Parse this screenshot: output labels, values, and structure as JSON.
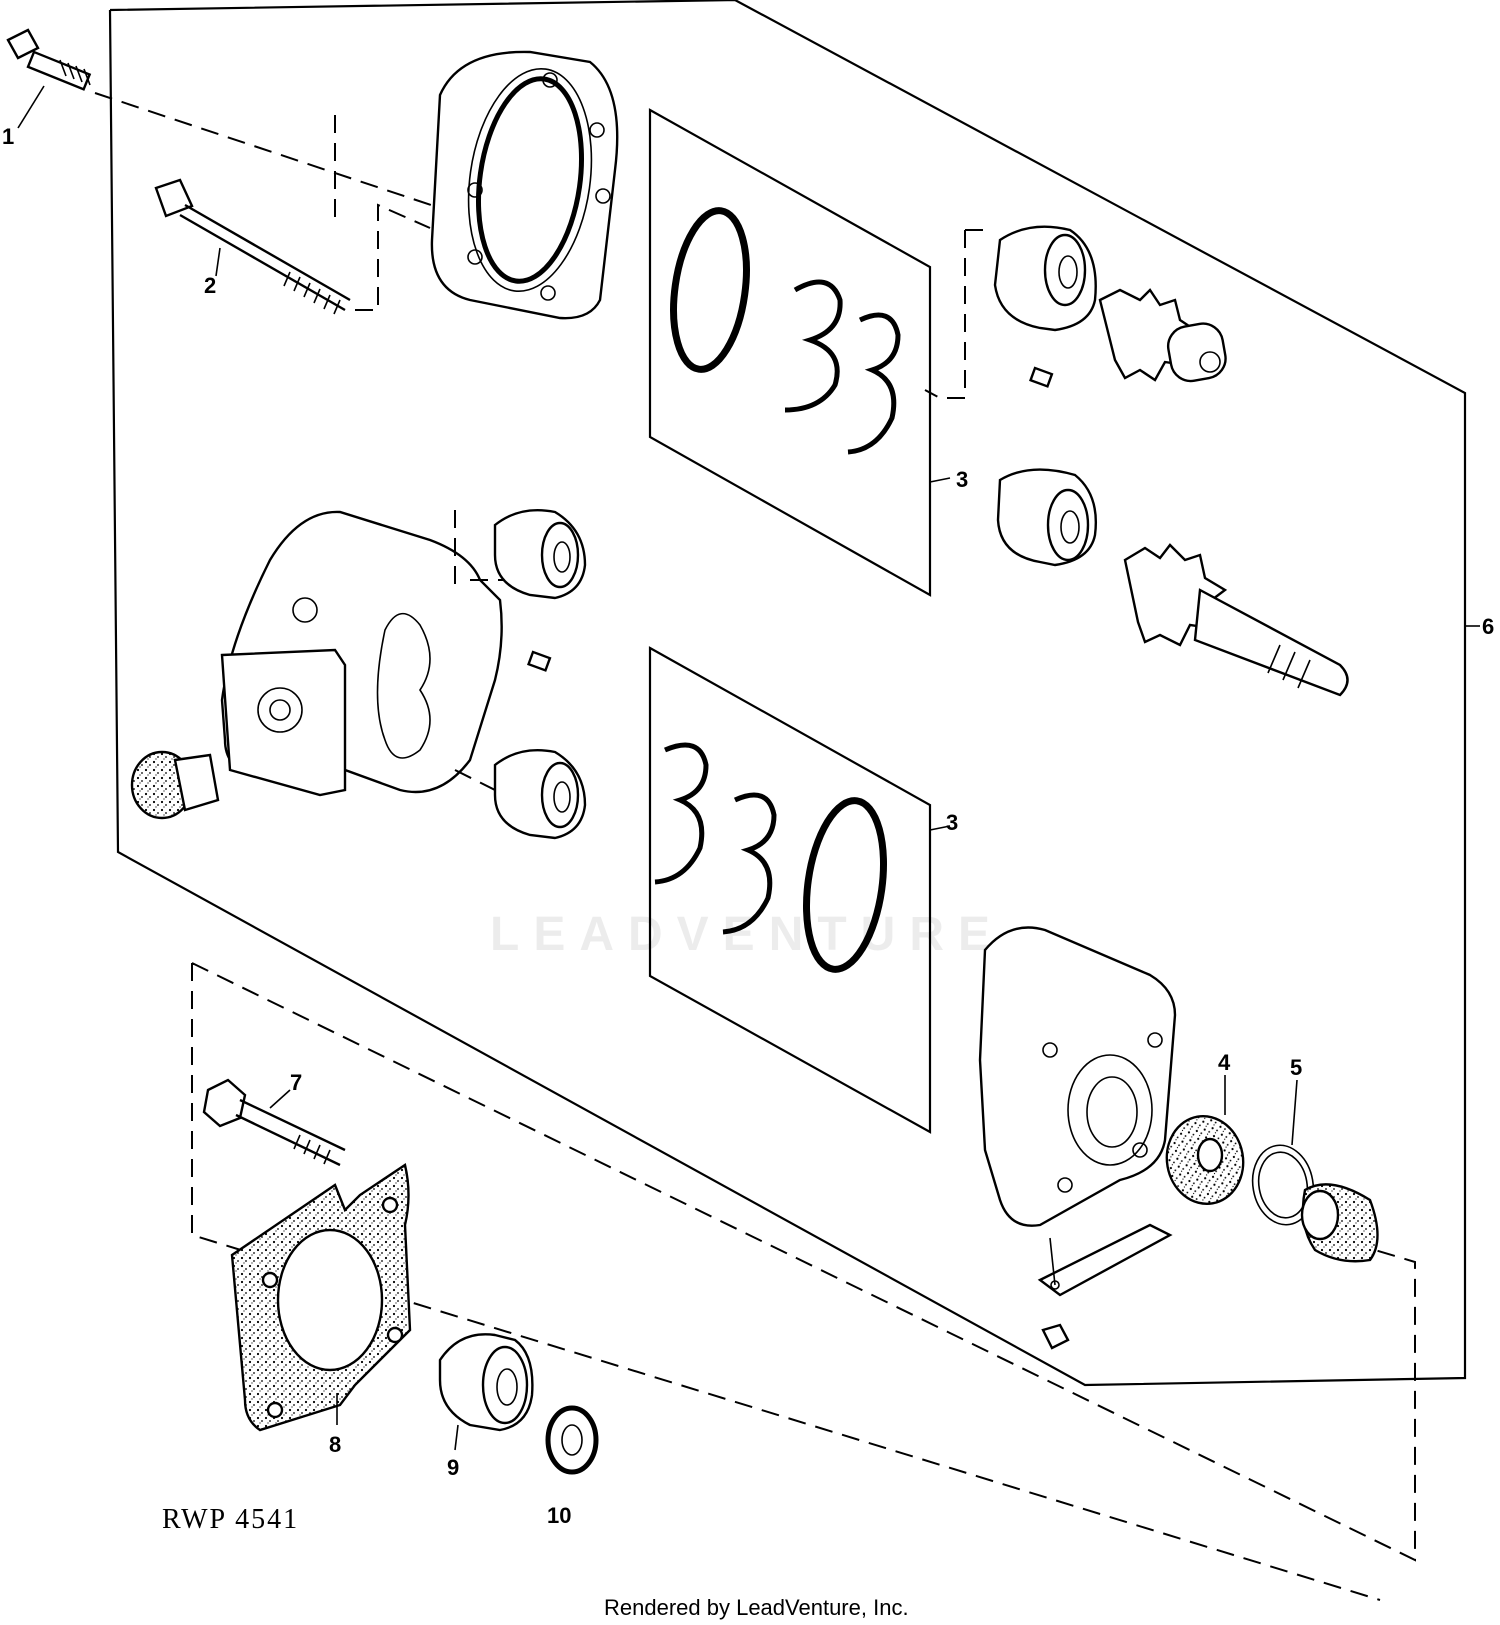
{
  "callouts": {
    "c1": "1",
    "c2": "2",
    "c3a": "3",
    "c3b": "3",
    "c4": "4",
    "c5": "5",
    "c6": "6",
    "c7": "7",
    "c8": "8",
    "c9": "9",
    "c10": "10"
  },
  "reference_code": "RWP 4541",
  "watermark": "LEADVENTURE",
  "footer": "Rendered by LeadVenture, Inc."
}
